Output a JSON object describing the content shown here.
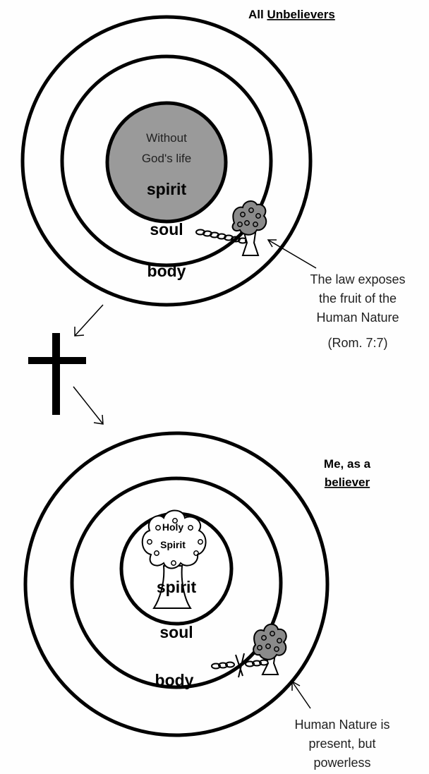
{
  "top": {
    "title_prefix": "All ",
    "title_underlined": "Unbelievers",
    "core_line1": "Without",
    "core_line2": "God's life",
    "spirit": "spirit",
    "soul": "soul",
    "body": "body",
    "note_lines": [
      "The law exposes",
      "the fruit of the",
      "Human Nature",
      "(Rom. 7:7)"
    ]
  },
  "bottom": {
    "title_line1": "Me, as a",
    "title_line2": "believer",
    "holy": "Holy",
    "spirit_tree": "Spirit",
    "spirit": "spirit",
    "soul": "soul",
    "body": "body",
    "note_lines": [
      "Human Nature is",
      "present, but",
      "powerless"
    ]
  },
  "colors": {
    "core_fill": "#9a9a9a",
    "stroke": "#000000",
    "background": "#fefefe"
  }
}
